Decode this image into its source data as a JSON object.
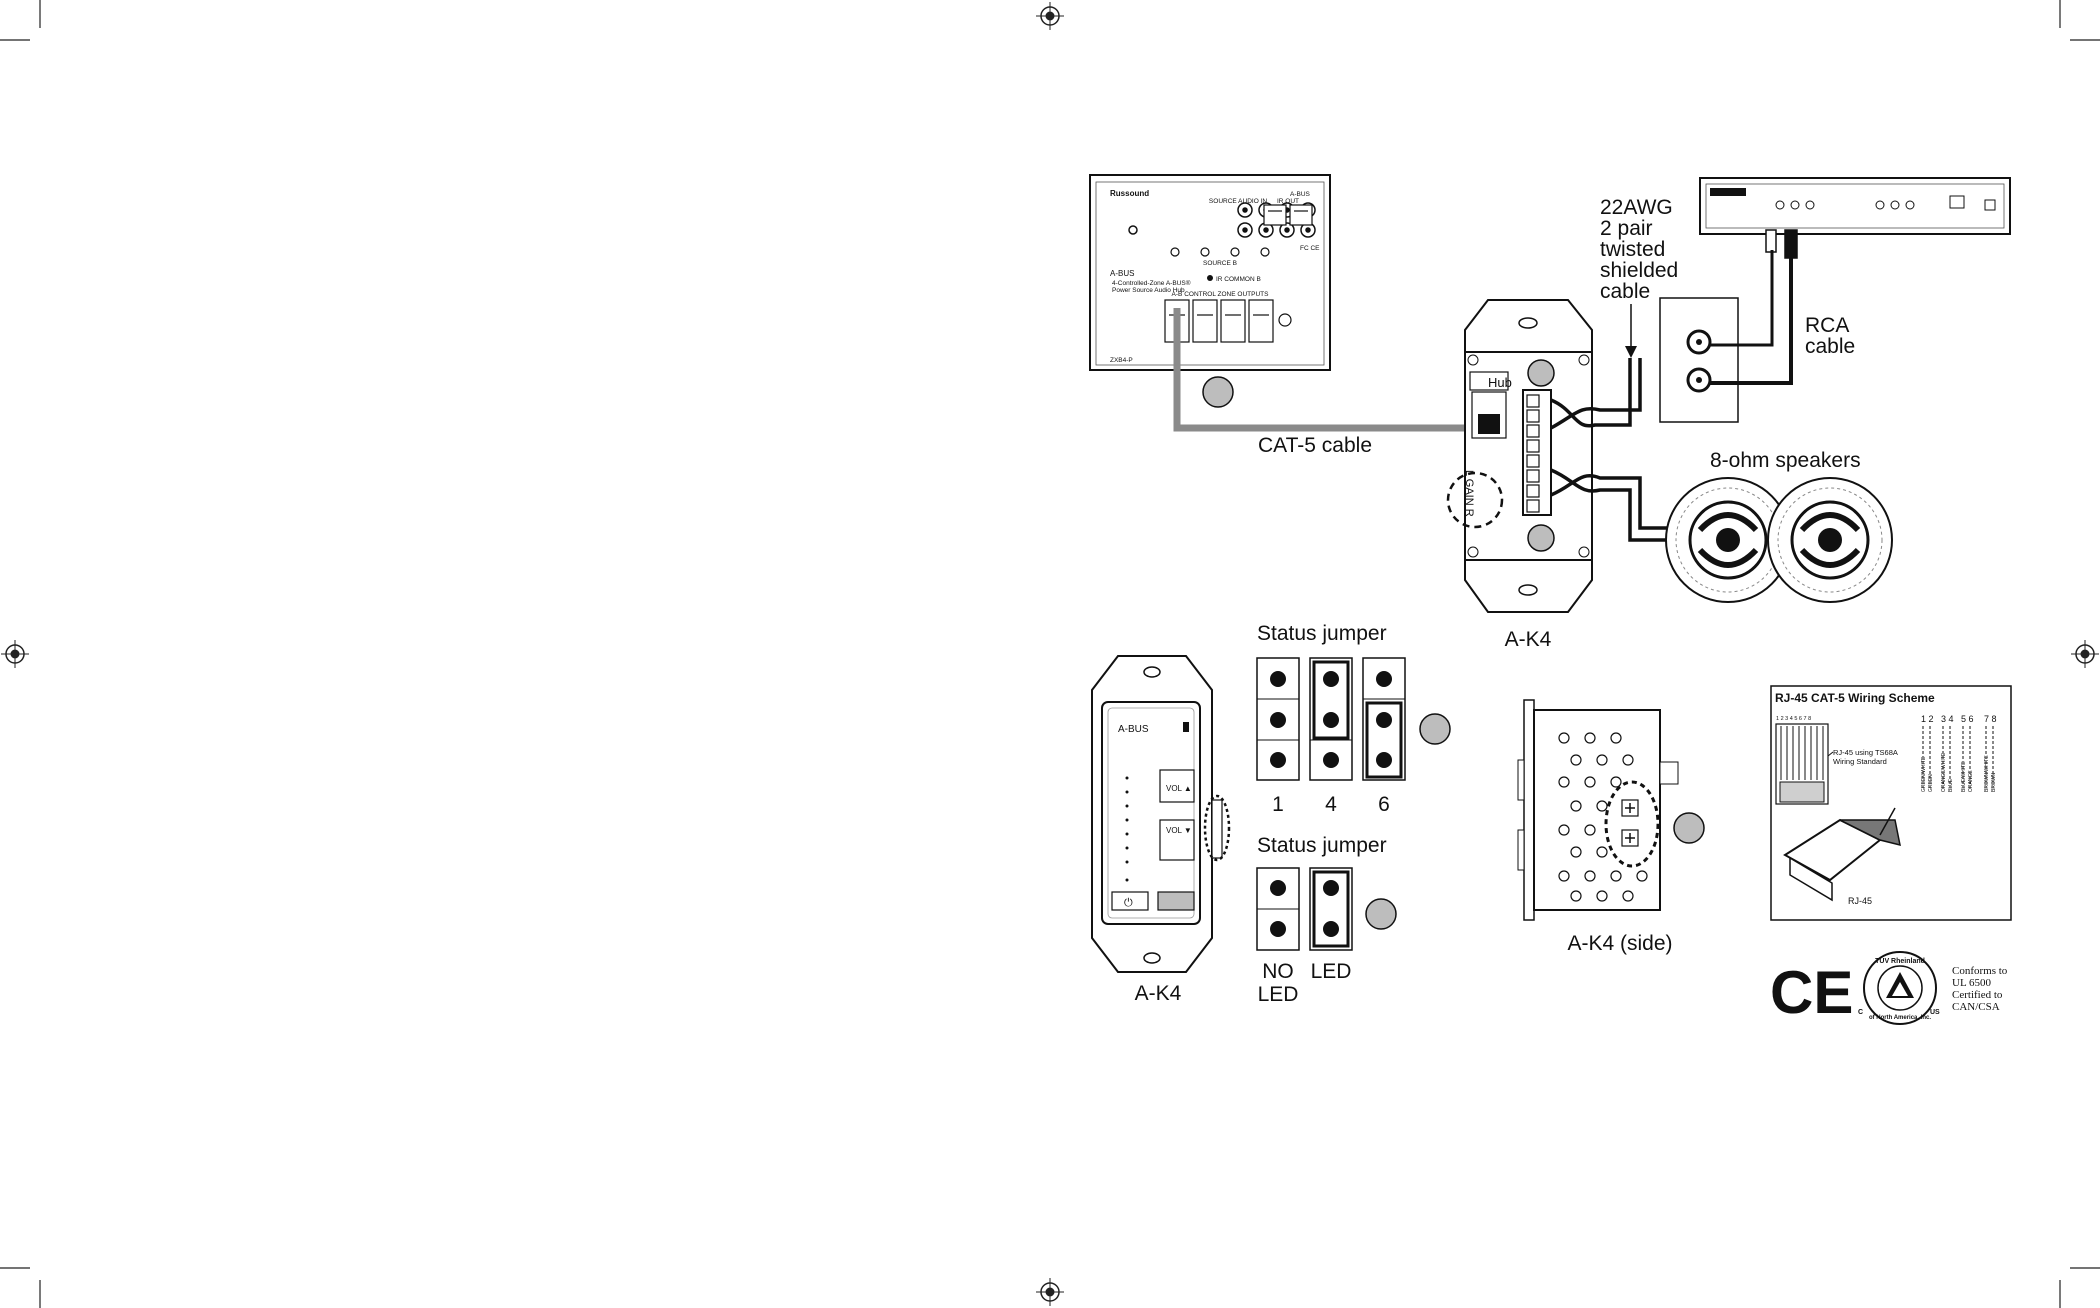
{
  "hub_device": {
    "brand": "Russound",
    "model": "A-BUS",
    "source_audio_in": "SOURCE AUDIO IN",
    "source_b": "SOURCE B",
    "ir_out": "IR OUT",
    "ir_common_b": "IR COMMON B",
    "fcc": "FC CE",
    "abus_logo": "A-BUS",
    "abus_desc_1": "4-Controlled-Zone A-BUS®",
    "abus_desc_2": "Power Source Audio Hub",
    "abus_zone_outputs": "A-B CONTROL ZONE OUTPUTS",
    "part_no": "ZXB4-P"
  },
  "labels": {
    "cable_22awg": [
      "22AWG",
      "2 pair",
      "twisted",
      "shielded",
      "cable"
    ],
    "rca_cable": [
      "RCA",
      "cable"
    ],
    "cat5_cable": "CAT-5 cable",
    "hub": "Hub",
    "gain": "L  GAIN  R",
    "speakers": "8-ohm speakers",
    "ak4_top": "A-K4",
    "ak4_front": "A-K4",
    "ak4_side": "A-K4 (side)",
    "status_jumper_1": "Status jumper",
    "status_jumper_2": "Status jumper",
    "jumper_1": "1",
    "jumper_4": "4",
    "jumper_6": "6",
    "no_led": [
      "NO",
      "LED"
    ],
    "led": "LED"
  },
  "keypad": {
    "logo": "A-BUS",
    "vol_up": "VOL ▲",
    "vol_down": "VOL ▼",
    "power": "⏻"
  },
  "rj45": {
    "title": "RJ-45 CAT-5 Wiring Scheme",
    "pins": "1 2 3 4 5 6 7 8",
    "standard": [
      "RJ-45 using TS68A",
      "Wiring Standard"
    ],
    "pairs": [
      "1 2",
      "3 4",
      "5 6",
      "7 8"
    ],
    "wire_colors": [
      "GREEN/WHITE",
      "GREEN",
      "ORANGE/WHITE",
      "BLUE",
      "BLUE/WHITE",
      "ORANGE",
      "BROWN/WHITE",
      "BROWN"
    ],
    "connector": "RJ-45"
  },
  "certifications": {
    "ce": "CE",
    "tuv_top": "TÜV Rheinland",
    "tuv_bottom": "of North America, Inc.",
    "c": "C",
    "us": "US",
    "conforms": [
      "Conforms to",
      "UL 6500",
      "Certified to",
      "CAN/CSA"
    ]
  },
  "colors": {
    "cat5": "#8a8a8a",
    "step_circle": "#bdbdbd",
    "line": "#111111"
  }
}
